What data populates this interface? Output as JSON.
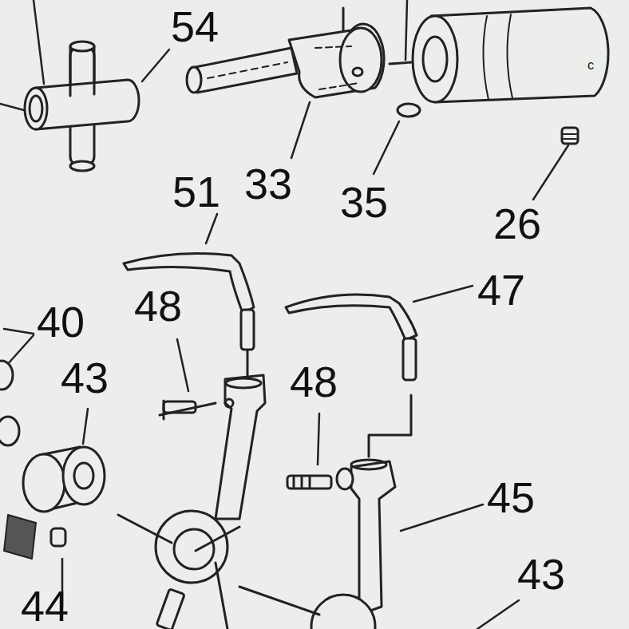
{
  "diagram": {
    "labels": [
      "54",
      "33",
      "35",
      "26",
      "c",
      "51",
      "47",
      "48",
      "48",
      "40",
      "43",
      "43",
      "45",
      "44"
    ]
  }
}
